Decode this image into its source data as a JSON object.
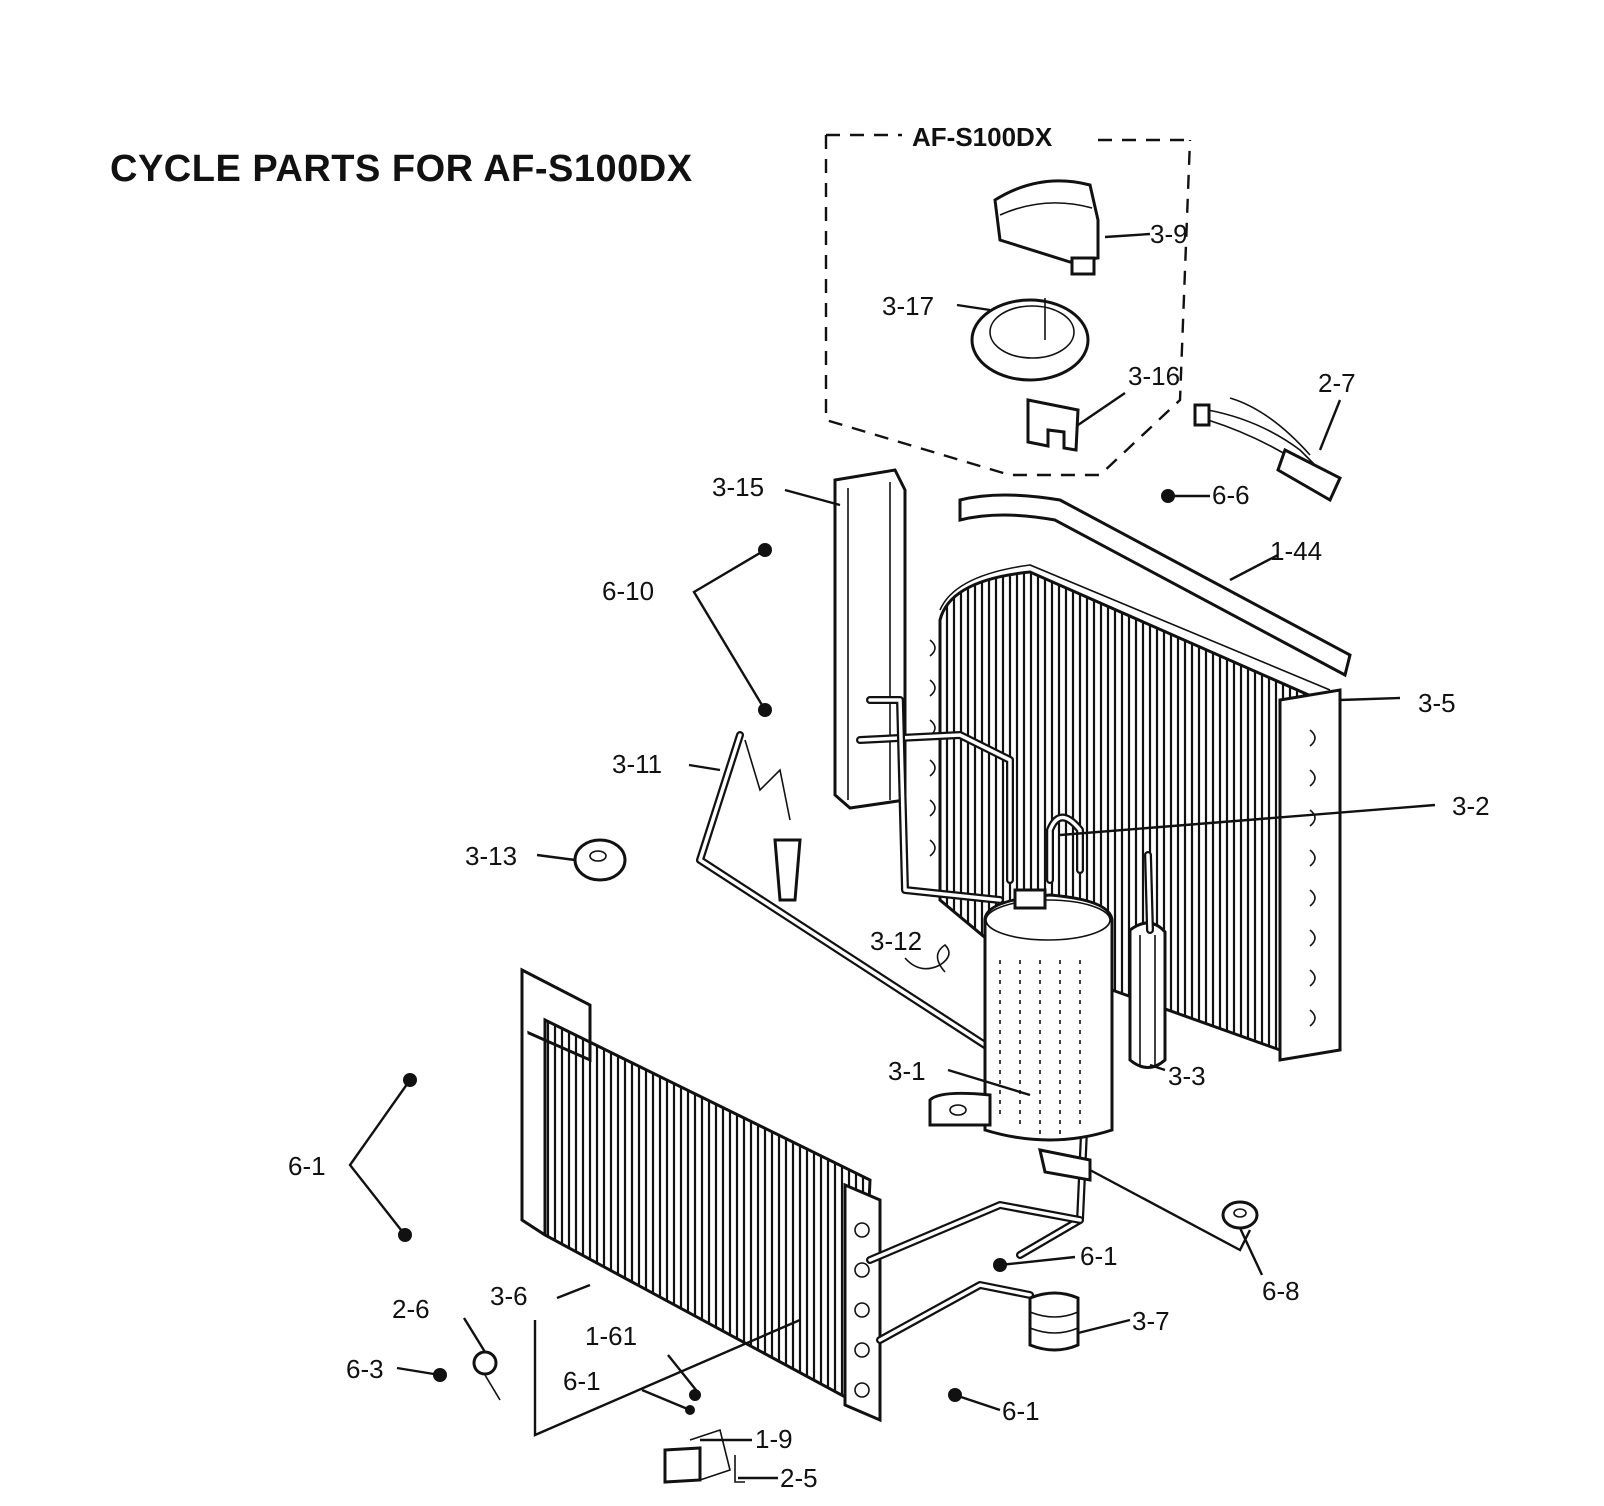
{
  "title": "CYCLE PARTS FOR AF-S100DX",
  "inset_label": "AF-S100DX",
  "callouts": {
    "c3_9": "3-9",
    "c3_17": "3-17",
    "c3_16": "3-16",
    "c2_7": "2-7",
    "c3_15": "3-15",
    "c6_6": "6-6",
    "c1_44": "1-44",
    "c6_10": "6-10",
    "c3_5": "3-5",
    "c3_11": "3-11",
    "c3_2": "3-2",
    "c3_13": "3-13",
    "c3_12": "3-12",
    "c3_1": "3-1",
    "c3_3": "3-3",
    "c6_1_left": "6-1",
    "c6_1_mid": "6-1",
    "c6_8": "6-8",
    "c2_6": "2-6",
    "c3_6": "3-6",
    "c3_7": "3-7",
    "c1_61": "1-61",
    "c6_3": "6-3",
    "c6_1_low": "6-1",
    "c6_1_right": "6-1",
    "c1_9": "1-9",
    "c2_5": "2-5"
  }
}
